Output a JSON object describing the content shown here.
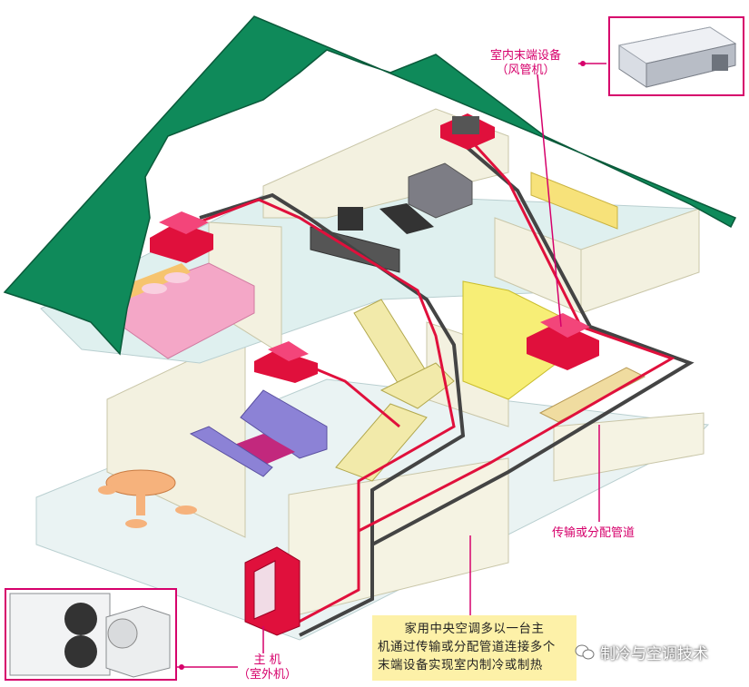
{
  "labels": {
    "indoor_unit_line1": "室内末端设备",
    "indoor_unit_line2": "（风管机）",
    "pipe": "传输或分配管道",
    "main_unit_line1": "主  机",
    "main_unit_line2": "（室外机）"
  },
  "note": {
    "line1": "家用中央空调多以一台主",
    "line2": "机通过传输或分配管道连接多个",
    "line3": "末端设备实现室内制冷或制热"
  },
  "watermark": {
    "text": "制冷与空调技术",
    "icon": "wechat-icon"
  },
  "colors": {
    "roof": "#0f8a5a",
    "accent": "#d6006b",
    "refrigerant_pipe": "#e0103c",
    "drain_pipe": "#444444",
    "note_bg": "#fdf1a8"
  }
}
